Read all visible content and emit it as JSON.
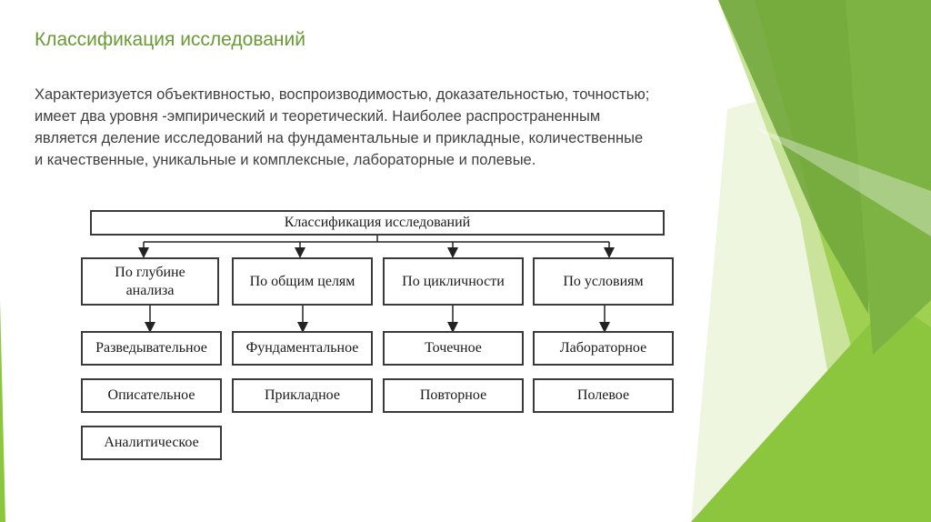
{
  "slide": {
    "title": "Классификация исследований",
    "body_lines": [
      "Характеризуется объективностью, воспроизводимостью, доказательностью, точностью;",
      "имеет два уровня -эмпирический и теоретический. Наиболее распространенным",
      "является деление исследований на фундаментальные и прикладные, количественные",
      "и качественные, уникальные и комплексные, лабораторные и полевые."
    ]
  },
  "diagram": {
    "root": "Классификация исследований",
    "categories": [
      {
        "label": "По глубине анализа",
        "items": [
          "Разведывательное",
          "Описательное",
          "Аналитическое"
        ]
      },
      {
        "label": "По общим целям",
        "items": [
          "Фундаментальное",
          "Прикладное"
        ]
      },
      {
        "label": "По цикличности",
        "items": [
          "Точечное",
          "Повторное"
        ]
      },
      {
        "label": "По условиям",
        "items": [
          "Лабораторное",
          "Полевое"
        ]
      }
    ]
  },
  "colors": {
    "accent_green": "#6a9a35",
    "decor_green_light": "#b9dc78",
    "decor_green_mid": "#8cc63f",
    "decor_green_dark": "#5e9a2e"
  }
}
